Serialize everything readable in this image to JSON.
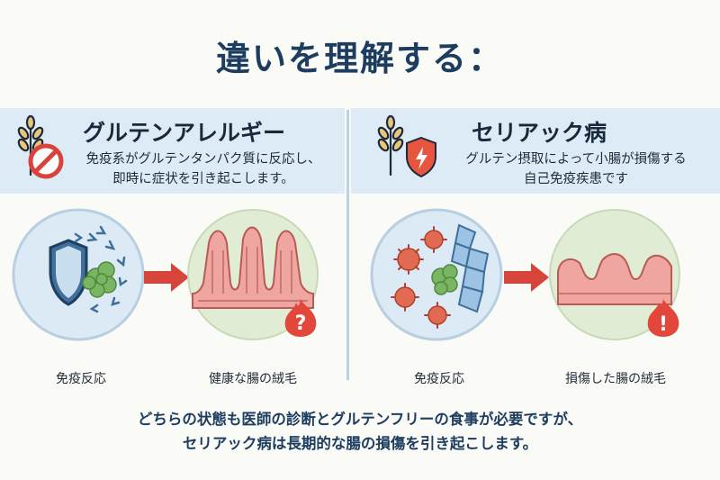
{
  "title": "違いを理解する：",
  "left_panel": {
    "title": "グルテンアレルギー",
    "description_line1": "免疫系がグルテンタンパク質に反応し、",
    "description_line2": "即時に症状を引き起こします。",
    "caption_reaction": "免疫反応",
    "caption_villi": "健康な腸の絨毛",
    "icons": [
      "wheat-icon",
      "prohibited-icon",
      "shield-icon",
      "question-flame-icon"
    ]
  },
  "right_panel": {
    "title": "セリアック病",
    "description_line1": "グルテン摂取によって小腸が損傷する",
    "description_line2": "自己免疫疾患です",
    "caption_reaction": "免疫反応",
    "caption_villi": "損傷した腸の絨毛",
    "icons": [
      "wheat-icon",
      "shield-alert-icon",
      "virus-icon",
      "exclamation-flame-icon"
    ]
  },
  "footer": {
    "line1": "どちらの状態も医師の診断とグルテンフリーの食事が必要ですが、",
    "line2": "セリアック病は長期的な腸の損傷を引き起こします。"
  },
  "colors": {
    "title": "#1c3d5f",
    "band": "#dcebf5",
    "arrow": "#d9443a",
    "villi": "#f0a6a0",
    "immune_circle": "#dbeaf4",
    "villi_circle": "#e1ecd4"
  }
}
